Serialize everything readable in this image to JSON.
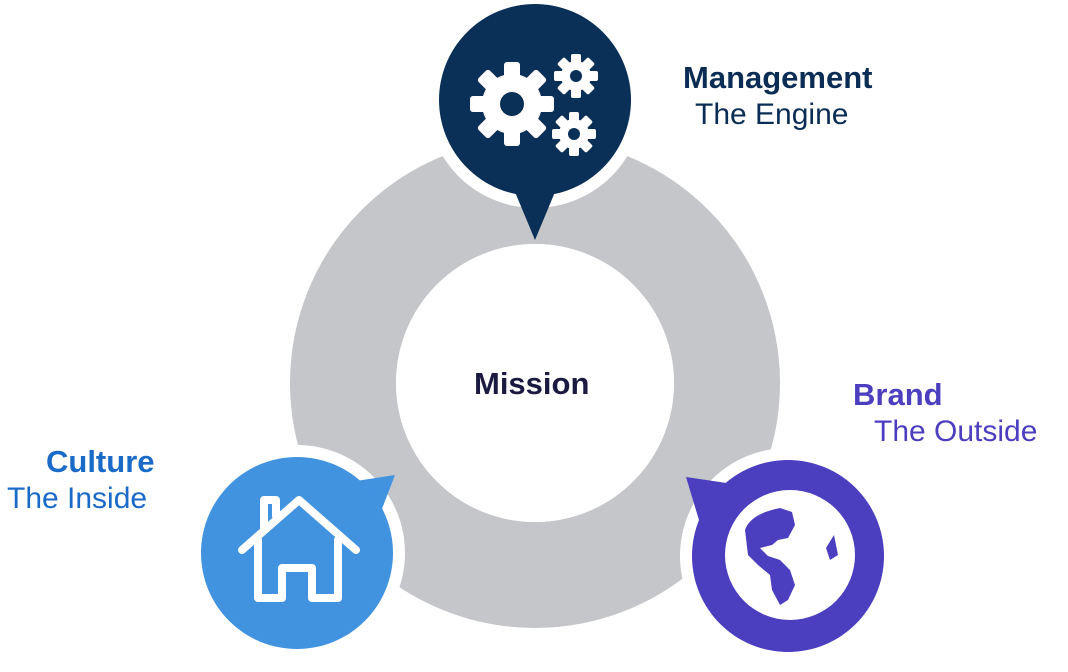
{
  "center": {
    "label": "Mission"
  },
  "nodes": [
    {
      "title": "Management",
      "subtitle": "The Engine",
      "icon": "gears-icon",
      "color": "#0a3058"
    },
    {
      "title": "Culture",
      "subtitle": "The Inside",
      "icon": "house-icon",
      "color": "#4193e0",
      "text_color": "#1a6bc7"
    },
    {
      "title": "Brand",
      "subtitle": "The Outside",
      "icon": "globe-icon",
      "color": "#4b3fc0"
    }
  ],
  "colors": {
    "ring": "#c4c6c9",
    "center_text": "#1b1a40"
  }
}
